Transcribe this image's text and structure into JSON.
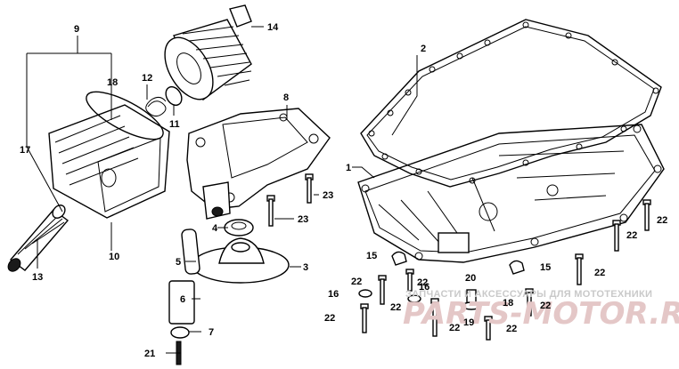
{
  "diagram": {
    "watermark": {
      "caption": "ЗАПЧАСТИ И АКСЕССУАРЫ ДЛЯ МОТОТЕХНИКИ",
      "logo_text": "PARTS-MOTOR.RU"
    },
    "labels": {
      "p1": "1",
      "p2": "2",
      "p3": "3",
      "p4": "4",
      "p5": "5",
      "p6": "6",
      "p7": "7",
      "p8": "8",
      "p9": "9",
      "p10": "10",
      "p11": "11",
      "p12": "12",
      "p13": "13",
      "p14": "14",
      "p15a": "15",
      "p15b": "15",
      "p16a": "16",
      "p16b": "16",
      "p17": "17",
      "p18a": "18",
      "p18b": "18",
      "p19": "19",
      "p20": "20",
      "p21": "21",
      "p22a": "22",
      "p22b": "22",
      "p22c": "22",
      "p22d": "22",
      "p22e": "22",
      "p22f": "22",
      "p22g": "22",
      "p22h": "22",
      "p22i": "22",
      "p22j": "22",
      "p23a": "23",
      "p23b": "23"
    }
  }
}
